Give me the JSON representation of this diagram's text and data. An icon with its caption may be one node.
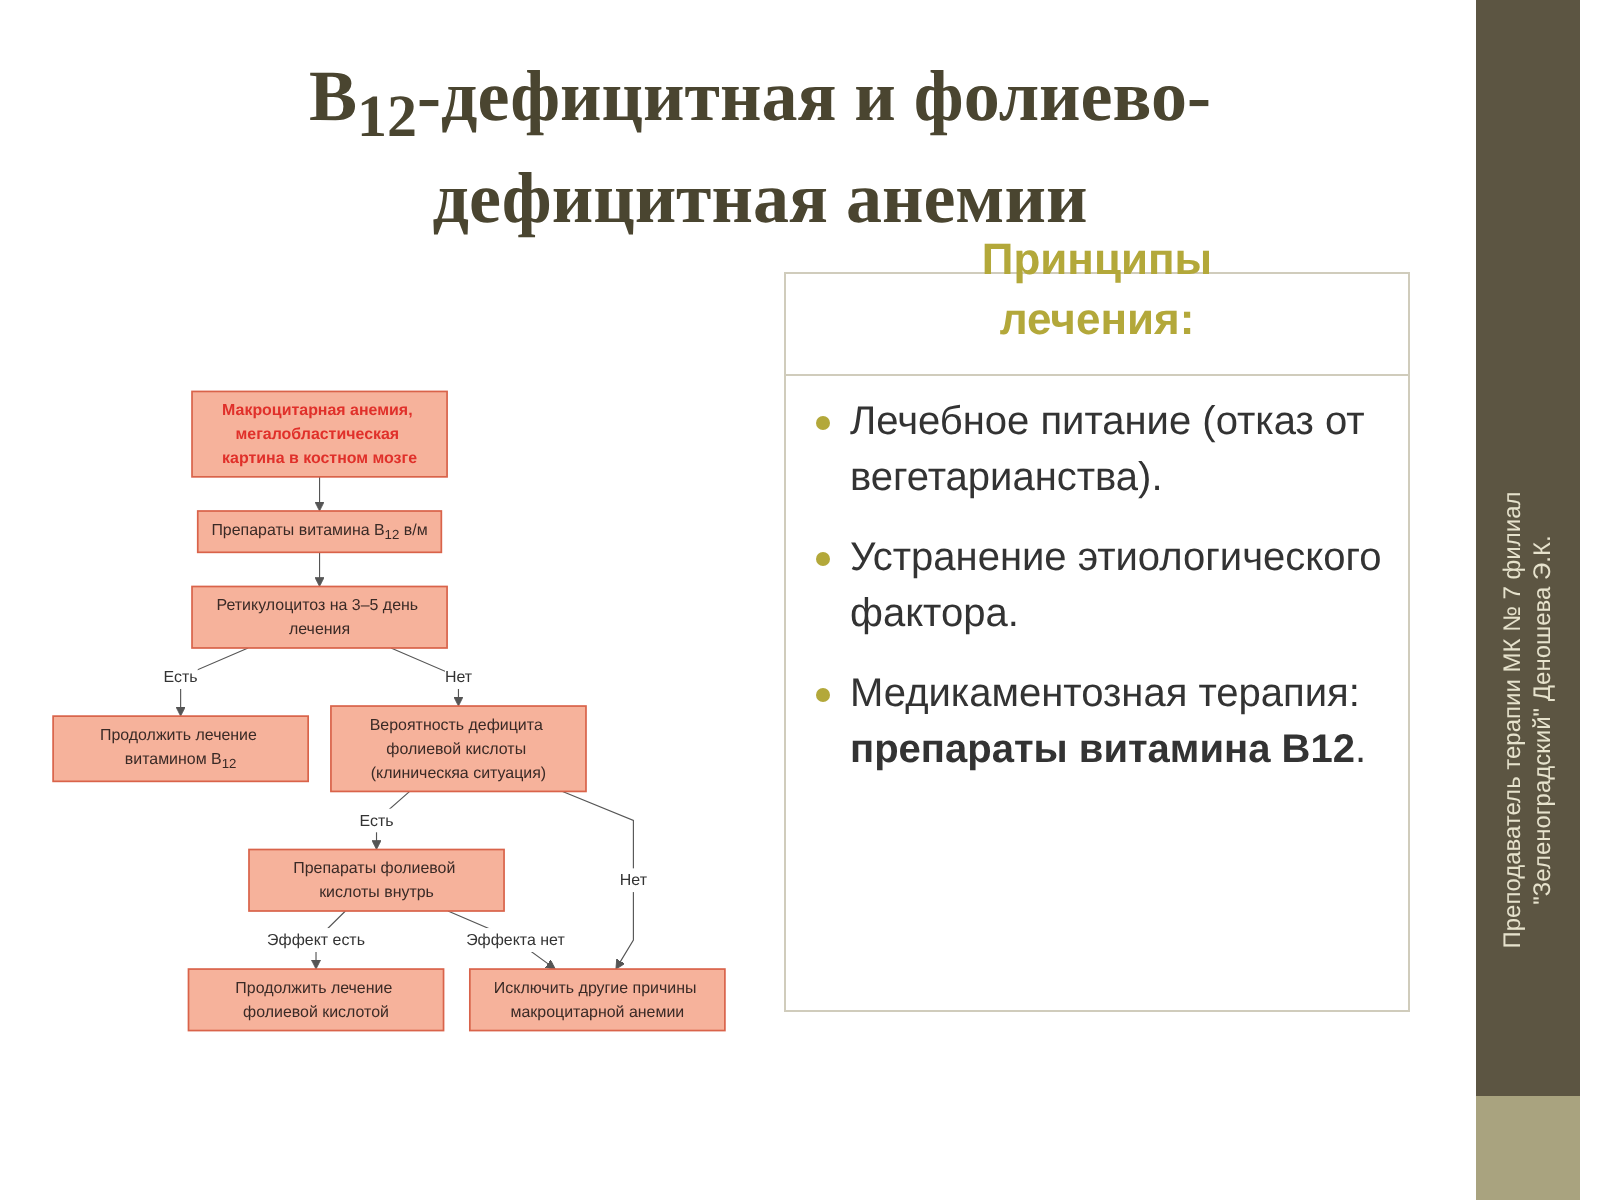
{
  "diagram": {
    "title": "B$_{12}$-дефицитная и фолиево-дефицитная анемии",
    "nodes": [
      {
        "text": [
          "Макроцитарная анемия, мегалобластическая картина в костном мозге"
        ]
      },
      {
        "text": [
          "Препараты витамина B$_{12}$ в/м"
        ]
      },
      {
        "text": [
          "Ретикулоцитоз на 3–5 день лечения"
        ]
      },
      {
        "text": [
          "Продолжить лечение витамином B$_{12}$"
        ]
      },
      {
        "text": [
          "Вероятность дефицита фолиевой кислоты (клиническяа ситуация)"
        ]
      },
      {
        "text": [
          "Препараты фолиевой кислоты внутрь"
        ]
      },
      {
        "text": [
          "Продолжить лечение фолиевой кислотой"
        ]
      },
      {
        "text": [
          "Исключить другие причины макроцитарной анемии"
        ]
      }
    ],
    "edges": [
      {
        "from": 0,
        "to": 1,
        "arrow": "to"
      },
      {
        "from": 1,
        "to": 2,
        "arrow": "to"
      },
      {
        "from": 2,
        "to": 3,
        "arrow": "to",
        "label": "Есть"
      },
      {
        "from": 2,
        "to": 4,
        "arrow": "to",
        "label": "Нет"
      },
      {
        "from": 4,
        "to": 5,
        "arrow": "to",
        "label": "Есть"
      },
      {
        "from": 4,
        "to": 7,
        "arrow": "to",
        "label": "Нет"
      },
      {
        "from": 5,
        "to": 6,
        "arrow": "to",
        "label": "Эффект есть"
      },
      {
        "from": 5,
        "to": 7,
        "arrow": "to",
        "label": "Эффекта нет"
      }
    ],
    "labels": [
      "Принципы лечения:",
      "Лечебное питание (отказ от вегетарианства).",
      "Устранение этиологического фактора.",
      "Медикаментозная терапия: **препараты витамина B12**.",
      "Преподаватель терапии МК № 7 филиал \"Зеленоградский\" Деношева Э.К."
    ]
  }
}
